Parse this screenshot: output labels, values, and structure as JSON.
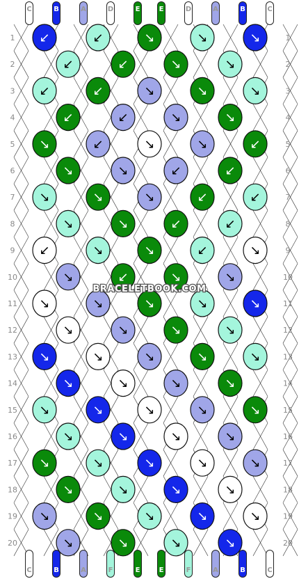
{
  "watermark": "BRACELETBOOK.COM",
  "colors": {
    "A": "#a0a6e8",
    "B": "#1427ea",
    "C": "#ffffff",
    "D": "#ffffff",
    "E": "#0a8a0a",
    "F": "#a4f5dc"
  },
  "strands_top": [
    "C",
    "B",
    "A",
    "D",
    "E",
    "E",
    "D",
    "A",
    "B",
    "C"
  ],
  "strands_bottom": [
    "C",
    "B",
    "A",
    "F",
    "E",
    "E",
    "F",
    "A",
    "B",
    "C"
  ],
  "row_numbers": [
    "1",
    "2",
    "3",
    "4",
    "5",
    "6",
    "7",
    "8",
    "9",
    "10",
    "11",
    "12",
    "13",
    "14",
    "15",
    "16",
    "17",
    "18",
    "19",
    "20"
  ],
  "knots": [
    [
      {
        "c": "B",
        "d": "↙"
      },
      {
        "c": "F",
        "d": "↙"
      },
      {
        "c": "E",
        "d": "↘"
      },
      {
        "c": "F",
        "d": "↘"
      },
      {
        "c": "B",
        "d": "↘"
      }
    ],
    [
      {
        "c": "F",
        "d": "↙"
      },
      {
        "c": "E",
        "d": "↙"
      },
      {
        "c": "E",
        "d": "↘"
      },
      {
        "c": "F",
        "d": "↘"
      }
    ],
    [
      {
        "c": "F",
        "d": "↙"
      },
      {
        "c": "E",
        "d": "↙"
      },
      {
        "c": "A",
        "d": "↘"
      },
      {
        "c": "E",
        "d": "↘"
      },
      {
        "c": "F",
        "d": "↘"
      }
    ],
    [
      {
        "c": "E",
        "d": "↙"
      },
      {
        "c": "A",
        "d": "↙"
      },
      {
        "c": "A",
        "d": "↘"
      },
      {
        "c": "E",
        "d": "↘"
      }
    ],
    [
      {
        "c": "E",
        "d": "↘"
      },
      {
        "c": "A",
        "d": "↙"
      },
      {
        "c": "C",
        "d": "↘"
      },
      {
        "c": "A",
        "d": "↘"
      },
      {
        "c": "E",
        "d": "↙"
      }
    ],
    [
      {
        "c": "E",
        "d": "↘"
      },
      {
        "c": "A",
        "d": "↘"
      },
      {
        "c": "A",
        "d": "↙"
      },
      {
        "c": "E",
        "d": "↙"
      }
    ],
    [
      {
        "c": "F",
        "d": "↘"
      },
      {
        "c": "E",
        "d": "↘"
      },
      {
        "c": "A",
        "d": "↘"
      },
      {
        "c": "E",
        "d": "↙"
      },
      {
        "c": "F",
        "d": "↙"
      }
    ],
    [
      {
        "c": "F",
        "d": "↘"
      },
      {
        "c": "E",
        "d": "↘"
      },
      {
        "c": "E",
        "d": "↙"
      },
      {
        "c": "F",
        "d": "↙"
      }
    ],
    [
      {
        "c": "C",
        "d": "↙"
      },
      {
        "c": "F",
        "d": "↘"
      },
      {
        "c": "E",
        "d": "↘"
      },
      {
        "c": "F",
        "d": "↙"
      },
      {
        "c": "C",
        "d": "↘"
      }
    ],
    [
      {
        "c": "A",
        "d": "↘"
      },
      {
        "c": "E",
        "d": "↙"
      },
      {
        "c": "E",
        "d": "↘"
      },
      {
        "c": "A",
        "d": "↘"
      }
    ],
    [
      {
        "c": "C",
        "d": "↘"
      },
      {
        "c": "A",
        "d": "↘"
      },
      {
        "c": "E",
        "d": "↘"
      },
      {
        "c": "F",
        "d": "↘"
      },
      {
        "c": "B",
        "d": "↘"
      }
    ],
    [
      {
        "c": "C",
        "d": "↘"
      },
      {
        "c": "A",
        "d": "↘"
      },
      {
        "c": "E",
        "d": "↘"
      },
      {
        "c": "F",
        "d": "↘"
      }
    ],
    [
      {
        "c": "B",
        "d": "↘"
      },
      {
        "c": "C",
        "d": "↘"
      },
      {
        "c": "A",
        "d": "↘"
      },
      {
        "c": "E",
        "d": "↘"
      },
      {
        "c": "F",
        "d": "↘"
      }
    ],
    [
      {
        "c": "B",
        "d": "↘"
      },
      {
        "c": "C",
        "d": "↘"
      },
      {
        "c": "A",
        "d": "↘"
      },
      {
        "c": "E",
        "d": "↘"
      }
    ],
    [
      {
        "c": "F",
        "d": "↘"
      },
      {
        "c": "B",
        "d": "↘"
      },
      {
        "c": "C",
        "d": "↘"
      },
      {
        "c": "A",
        "d": "↘"
      },
      {
        "c": "E",
        "d": "↘"
      }
    ],
    [
      {
        "c": "F",
        "d": "↘"
      },
      {
        "c": "B",
        "d": "↘"
      },
      {
        "c": "C",
        "d": "↘"
      },
      {
        "c": "A",
        "d": "↘"
      }
    ],
    [
      {
        "c": "E",
        "d": "↘"
      },
      {
        "c": "F",
        "d": "↘"
      },
      {
        "c": "B",
        "d": "↘"
      },
      {
        "c": "C",
        "d": "↘"
      },
      {
        "c": "A",
        "d": "↘"
      }
    ],
    [
      {
        "c": "E",
        "d": "↘"
      },
      {
        "c": "F",
        "d": "↘"
      },
      {
        "c": "B",
        "d": "↘"
      },
      {
        "c": "C",
        "d": "↘"
      }
    ],
    [
      {
        "c": "A",
        "d": "↘"
      },
      {
        "c": "E",
        "d": "↘"
      },
      {
        "c": "F",
        "d": "↘"
      },
      {
        "c": "B",
        "d": "↘"
      },
      {
        "c": "C",
        "d": "↘"
      }
    ],
    [
      {
        "c": "A",
        "d": "↘"
      },
      {
        "c": "E",
        "d": "↘"
      },
      {
        "c": "F",
        "d": "↘"
      },
      {
        "c": "B",
        "d": "↘"
      }
    ]
  ]
}
